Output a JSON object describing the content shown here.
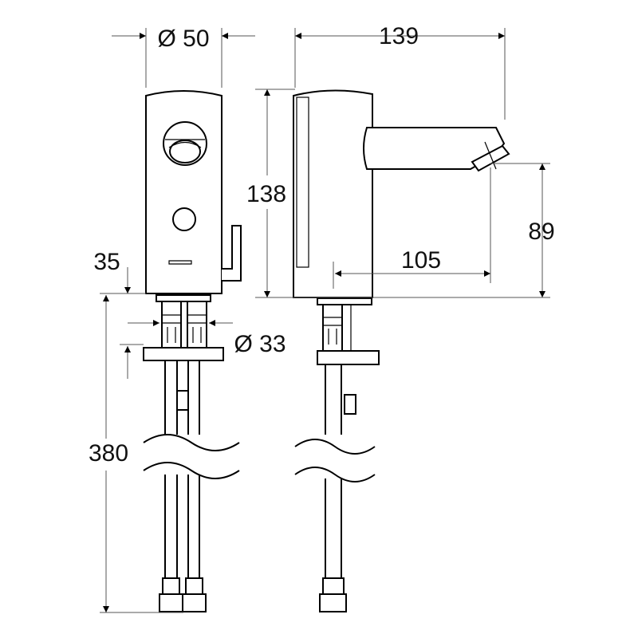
{
  "dimensions": {
    "width_diameter": "Ø 50",
    "total_depth": "139",
    "body_height": "138",
    "spout_height": "89",
    "spout_reach": "105",
    "base_offset": "35",
    "hose_length": "380",
    "shank_diameter": "Ø 33"
  }
}
